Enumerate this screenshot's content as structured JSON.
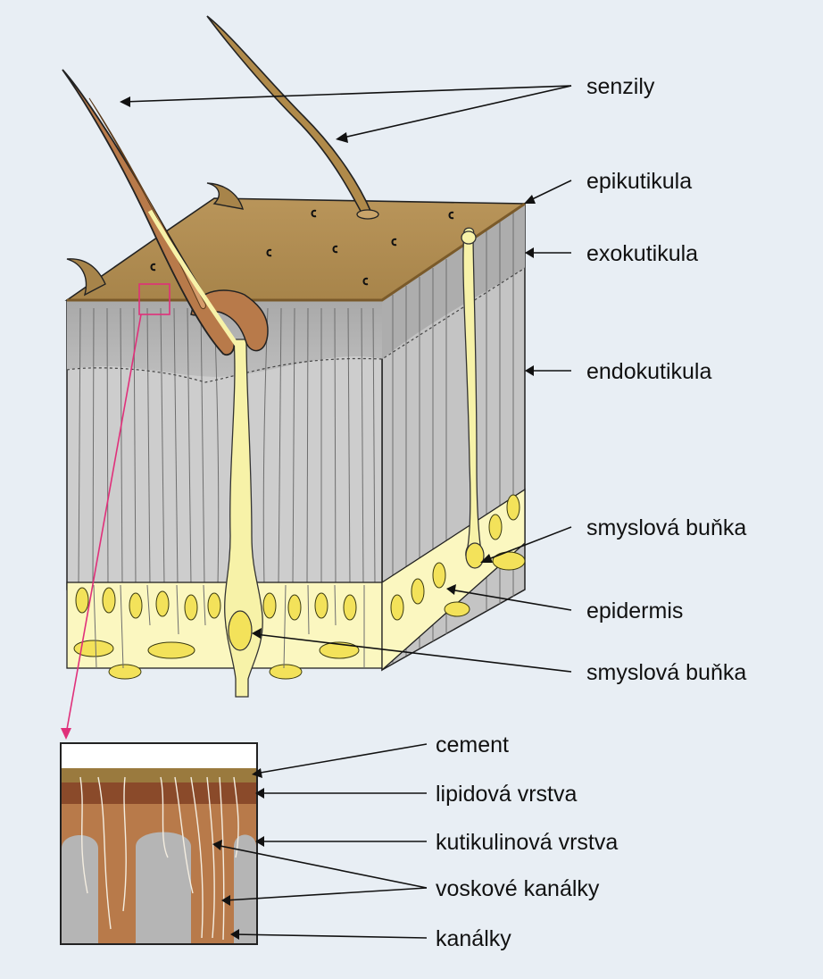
{
  "diagram": {
    "labels_main": [
      "senzily",
      "epikutikula",
      "exokutikula",
      "endokutikula",
      "smyslová buňka",
      "epidermis",
      "smyslová buňka"
    ],
    "labels_detail": [
      "cement",
      "lipidová vrstva",
      "kutikulinová vrstva",
      "voskové kanálky",
      "kanálky"
    ],
    "colors": {
      "background": "#e8eef4",
      "epicuticle": "#b08a4a",
      "exocuticle": "#b5b5b5",
      "endocuticle": "#cdcdcd",
      "epidermis": "#fbf7c0",
      "nucleus": "#f3e25a",
      "seta": "#b87a4a",
      "detail_connector": "#e0307a"
    }
  }
}
